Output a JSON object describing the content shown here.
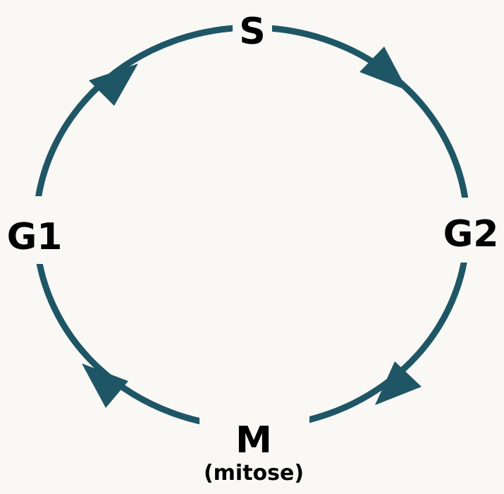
{
  "diagram": {
    "phases": {
      "s": "S",
      "g2": "G2",
      "m": "M",
      "m_sub": "(mitose)",
      "g1": "G1"
    },
    "colors": {
      "cycle": "#1f5666",
      "background": "#f9f8f5",
      "text": "#000000"
    }
  }
}
